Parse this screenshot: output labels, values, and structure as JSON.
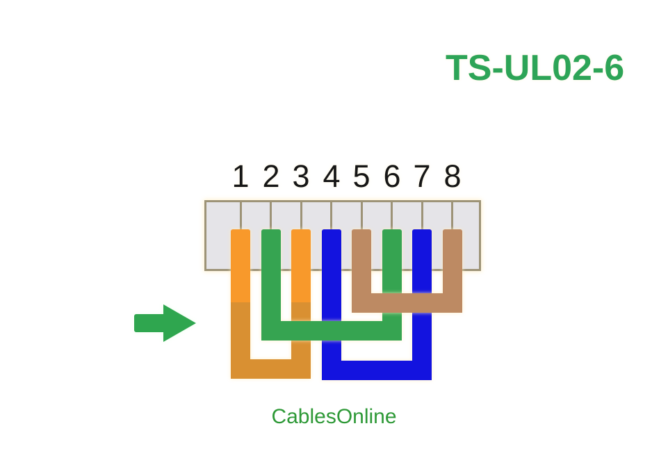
{
  "title": "TS-UL02-6",
  "brand": "CablesOnline",
  "connector": {
    "pins": [
      {
        "number": "1",
        "color_name": "orange"
      },
      {
        "number": "2",
        "color_name": "green"
      },
      {
        "number": "3",
        "color_name": "orange"
      },
      {
        "number": "4",
        "color_name": "blue"
      },
      {
        "number": "5",
        "color_name": "brown"
      },
      {
        "number": "6",
        "color_name": "green"
      },
      {
        "number": "7",
        "color_name": "blue"
      },
      {
        "number": "8",
        "color_name": "brown"
      }
    ]
  },
  "wire_pairs": [
    {
      "name": "orange-pair",
      "from_pin": "1",
      "to_pin": "3"
    },
    {
      "name": "green-pair",
      "from_pin": "2",
      "to_pin": "6"
    },
    {
      "name": "blue-pair",
      "from_pin": "4",
      "to_pin": "7"
    },
    {
      "name": "brown-pair",
      "from_pin": "5",
      "to_pin": "8"
    }
  ],
  "icons": {
    "arrow": "right-arrow-icon"
  },
  "colors": {
    "title_green": "#2DA457",
    "arrow_green": "#2FA64F",
    "brand_green": "#2E9937",
    "orange_bright": "#F8992B",
    "orange_dull": "#D99032",
    "green_wire": "#36A451",
    "blue_wire": "#1313DF",
    "brown_wire": "#BD8A63",
    "connector_fill": "#E5E4E8",
    "connector_border": "#9D9377",
    "number_black": "#161616",
    "background": "#FFFFFF"
  }
}
